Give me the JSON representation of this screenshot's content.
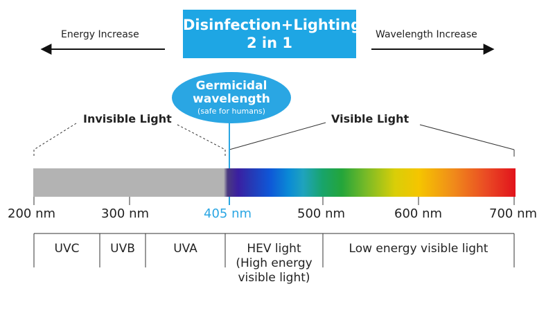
{
  "title": {
    "line1": "Disinfection+Lighting",
    "line2": "2 in 1"
  },
  "left_arrow_label": "Energy Increase",
  "right_arrow_label": "Wavelength Increase",
  "germicidal": {
    "line1": "Germicidal",
    "line2": "wavelength",
    "note": "(safe for humans)",
    "wavelength_nm": 405
  },
  "ranges": {
    "invisible": "Invisible Light",
    "visible": "Visible Light"
  },
  "axis": {
    "unit": "nm",
    "min_nm": 200,
    "max_nm": 700,
    "ticks": [
      {
        "value": 200,
        "label": "200 nm"
      },
      {
        "value": 300,
        "label": "300 nm"
      },
      {
        "value": 405,
        "label": "405 nm",
        "highlight": true
      },
      {
        "value": 500,
        "label": "500 nm"
      },
      {
        "value": 600,
        "label": "600 nm"
      },
      {
        "value": 700,
        "label": "700 nm"
      }
    ]
  },
  "bands": [
    {
      "label": "UVC"
    },
    {
      "label": "UVB"
    },
    {
      "label": "UVA"
    },
    {
      "label": "HEV light",
      "sub1": "(High energy",
      "sub2": "visible light)"
    },
    {
      "label": "Low energy visible light"
    }
  ],
  "colors": {
    "accent": "#2aa6e3",
    "title_bg": "#1ea6e4",
    "invisible_bar": "#b3b3b3"
  }
}
